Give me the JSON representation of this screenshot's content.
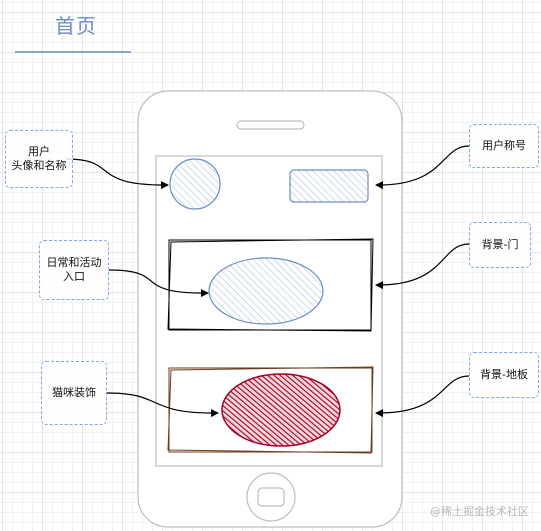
{
  "page": {
    "title": "首页"
  },
  "labels": {
    "user_avatar_name": "用户\n头像和名称",
    "user_title": "用户称号",
    "daily_activity_entry": "日常和活动\n入口",
    "background_door": "背景-门",
    "cat_decoration": "猫咪装饰",
    "background_floor": "背景-地板"
  },
  "watermark": "@稀土掘金技术社区",
  "colors": {
    "title": "#6c8ebf",
    "label_border": "#7ea6e0",
    "phone_outline": "#bdbdbd",
    "avatar_stroke": "#6c8ebf",
    "cat_fill": "#a20025"
  }
}
